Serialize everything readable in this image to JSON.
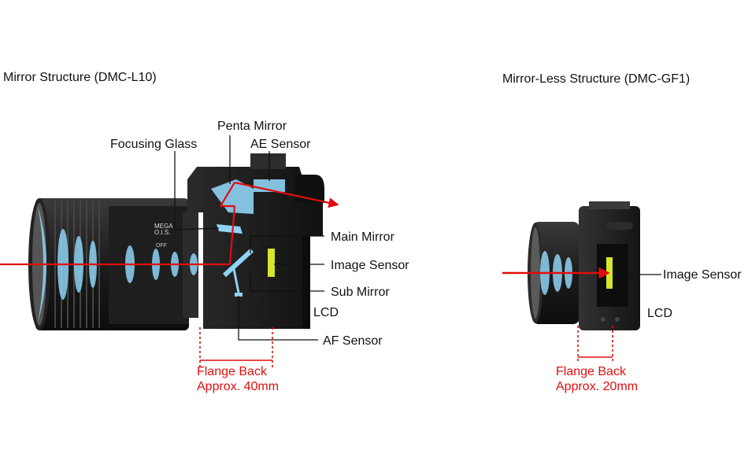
{
  "titles": {
    "left": "Mirror Structure (DMC-L10)",
    "right": "Mirror-Less Structure (DMC-GF1)"
  },
  "lens_marking": {
    "line1": "MEGA",
    "line2": "O.I.S.",
    "off": "OFF"
  },
  "left_labels": {
    "penta_mirror": "Penta Mirror",
    "focusing_glass": "Focusing Glass",
    "ae_sensor": "AE Sensor",
    "main_mirror": "Main Mirror",
    "image_sensor": "Image Sensor",
    "sub_mirror": "Sub Mirror",
    "lcd": "LCD",
    "af_sensor": "AF Sensor",
    "flange_line1": "Flange Back",
    "flange_line2": "Approx. 40mm"
  },
  "right_labels": {
    "image_sensor": "Image Sensor",
    "lcd": "LCD",
    "flange_line1": "Flange Back",
    "flange_line2": "Approx. 20mm"
  },
  "colors": {
    "light_path": "#e10e0e",
    "flange_text": "#e10e0e",
    "optics": "#8fd3f4",
    "sensor": "#d4e52a",
    "body": "#1a1a1a"
  }
}
